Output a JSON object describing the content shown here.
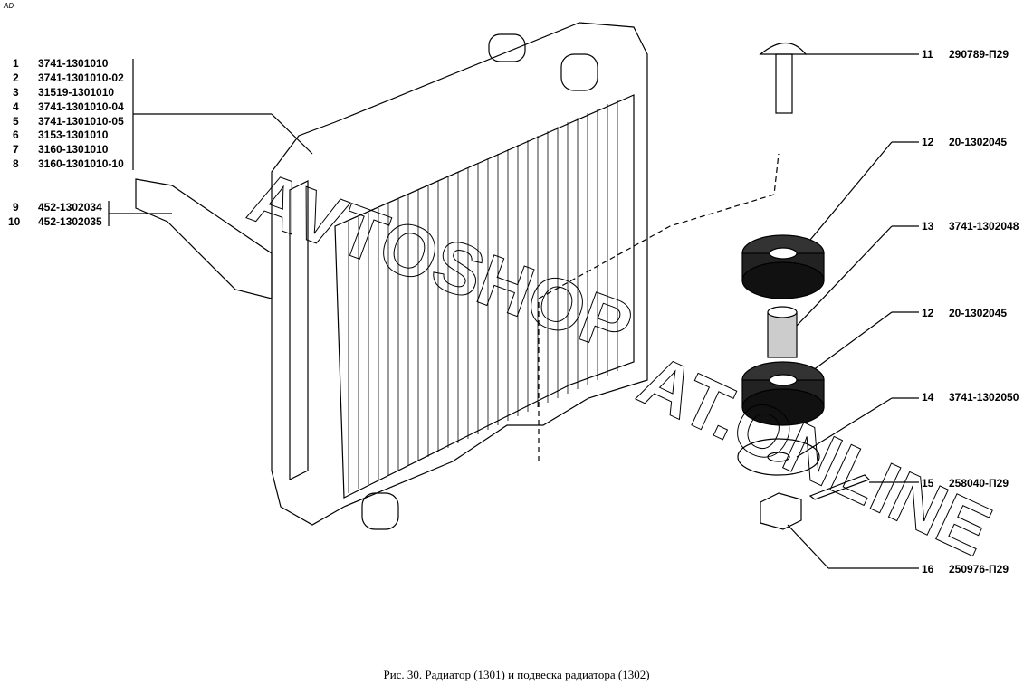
{
  "corner_mark": "AD",
  "caption": "Рис. 30. Радиатор (1301) и подвеска радиатора (1302)",
  "left_parts": [
    {
      "num": "1",
      "code": "3741-1301010"
    },
    {
      "num": "2",
      "code": "3741-1301010-02"
    },
    {
      "num": "3",
      "code": "31519-1301010"
    },
    {
      "num": "4",
      "code": "3741-1301010-04"
    },
    {
      "num": "5",
      "code": "3741-1301010-05"
    },
    {
      "num": "6",
      "code": "3153-1301010"
    },
    {
      "num": "7",
      "code": "3160-1301010"
    },
    {
      "num": "8",
      "code": "3160-1301010-10"
    },
    {
      "num": "9",
      "code": "452-1302034"
    },
    {
      "num": "10",
      "code": "452-1302035"
    }
  ],
  "right_parts": [
    {
      "num": "11",
      "code": "290789-П29"
    },
    {
      "num": "12",
      "code": "20-1302045"
    },
    {
      "num": "13",
      "code": "3741-1302048"
    },
    {
      "num": "12",
      "code": "20-1302045"
    },
    {
      "num": "14",
      "code": "3741-1302050"
    },
    {
      "num": "15",
      "code": "258040-П29"
    },
    {
      "num": "16",
      "code": "250976-П29"
    }
  ]
}
